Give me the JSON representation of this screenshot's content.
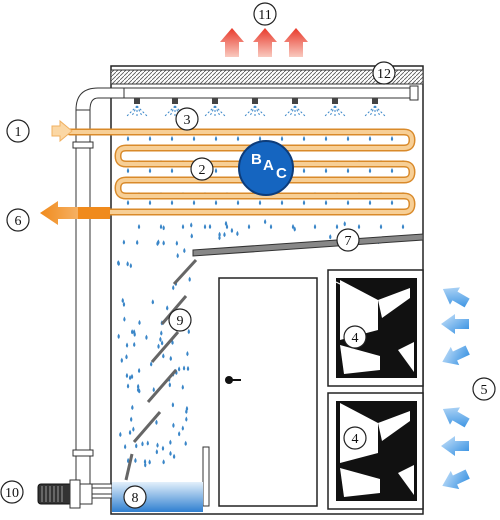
{
  "callouts": {
    "c1": "1",
    "c2": "2",
    "c3": "3",
    "c4a": "4",
    "c4b": "4",
    "c5": "5",
    "c6": "6",
    "c7": "7",
    "c8": "8",
    "c9": "9",
    "c10": "10",
    "c11": "11",
    "c12": "12"
  },
  "logo": {
    "b": "B",
    "a": "A",
    "c": "C"
  },
  "colors": {
    "coil": "#f4c07a",
    "coil_outline": "#d98a2a",
    "outlet_arrow": "#f08a1c",
    "inlet_arrow": "#fbd7a4",
    "exhaust_arrow": "#e8392a",
    "water_drop": "#3a86c8",
    "air_intake_arrow": "#2c8be0",
    "basin_water": "#2f7fd0",
    "logo_fill": "#1565c0"
  }
}
